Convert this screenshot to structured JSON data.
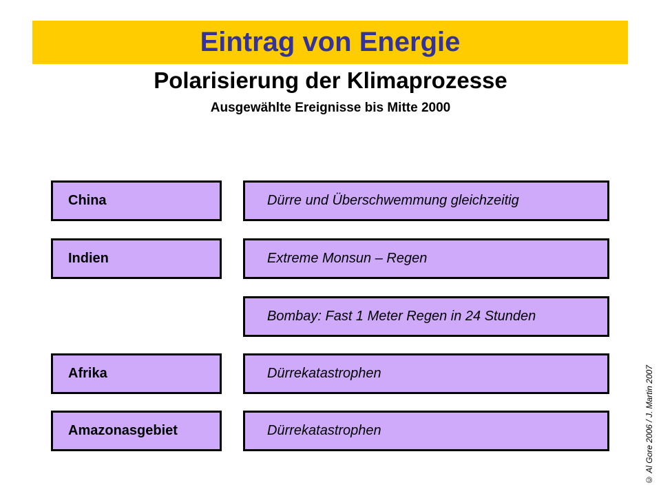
{
  "banner": {
    "title": "Eintrag von Energie"
  },
  "title": "Polarisierung der Klimaprozesse",
  "subtitle": "Ausgewählte Ereignisse bis Mitte 2000",
  "rows": [
    {
      "region": "China",
      "event": "Dürre und Überschwemmung gleichzeitig"
    },
    {
      "region": "Indien",
      "event": "Extreme Monsun – Regen"
    },
    {
      "region": null,
      "event": "Bombay: Fast 1 Meter Regen in 24 Stunden"
    },
    {
      "region": "Afrika",
      "event": "Dürrekatastrophen"
    },
    {
      "region": "Amazonasgebiet",
      "event": "Dürrekatastrophen"
    }
  ],
  "credit": "© Al Gore 2006 / J. Martin 2007",
  "colors": {
    "banner_bg": "#FFCC00",
    "banner_text": "#333399",
    "box_fill": "#CFAAFB",
    "box_border": "#000000"
  }
}
